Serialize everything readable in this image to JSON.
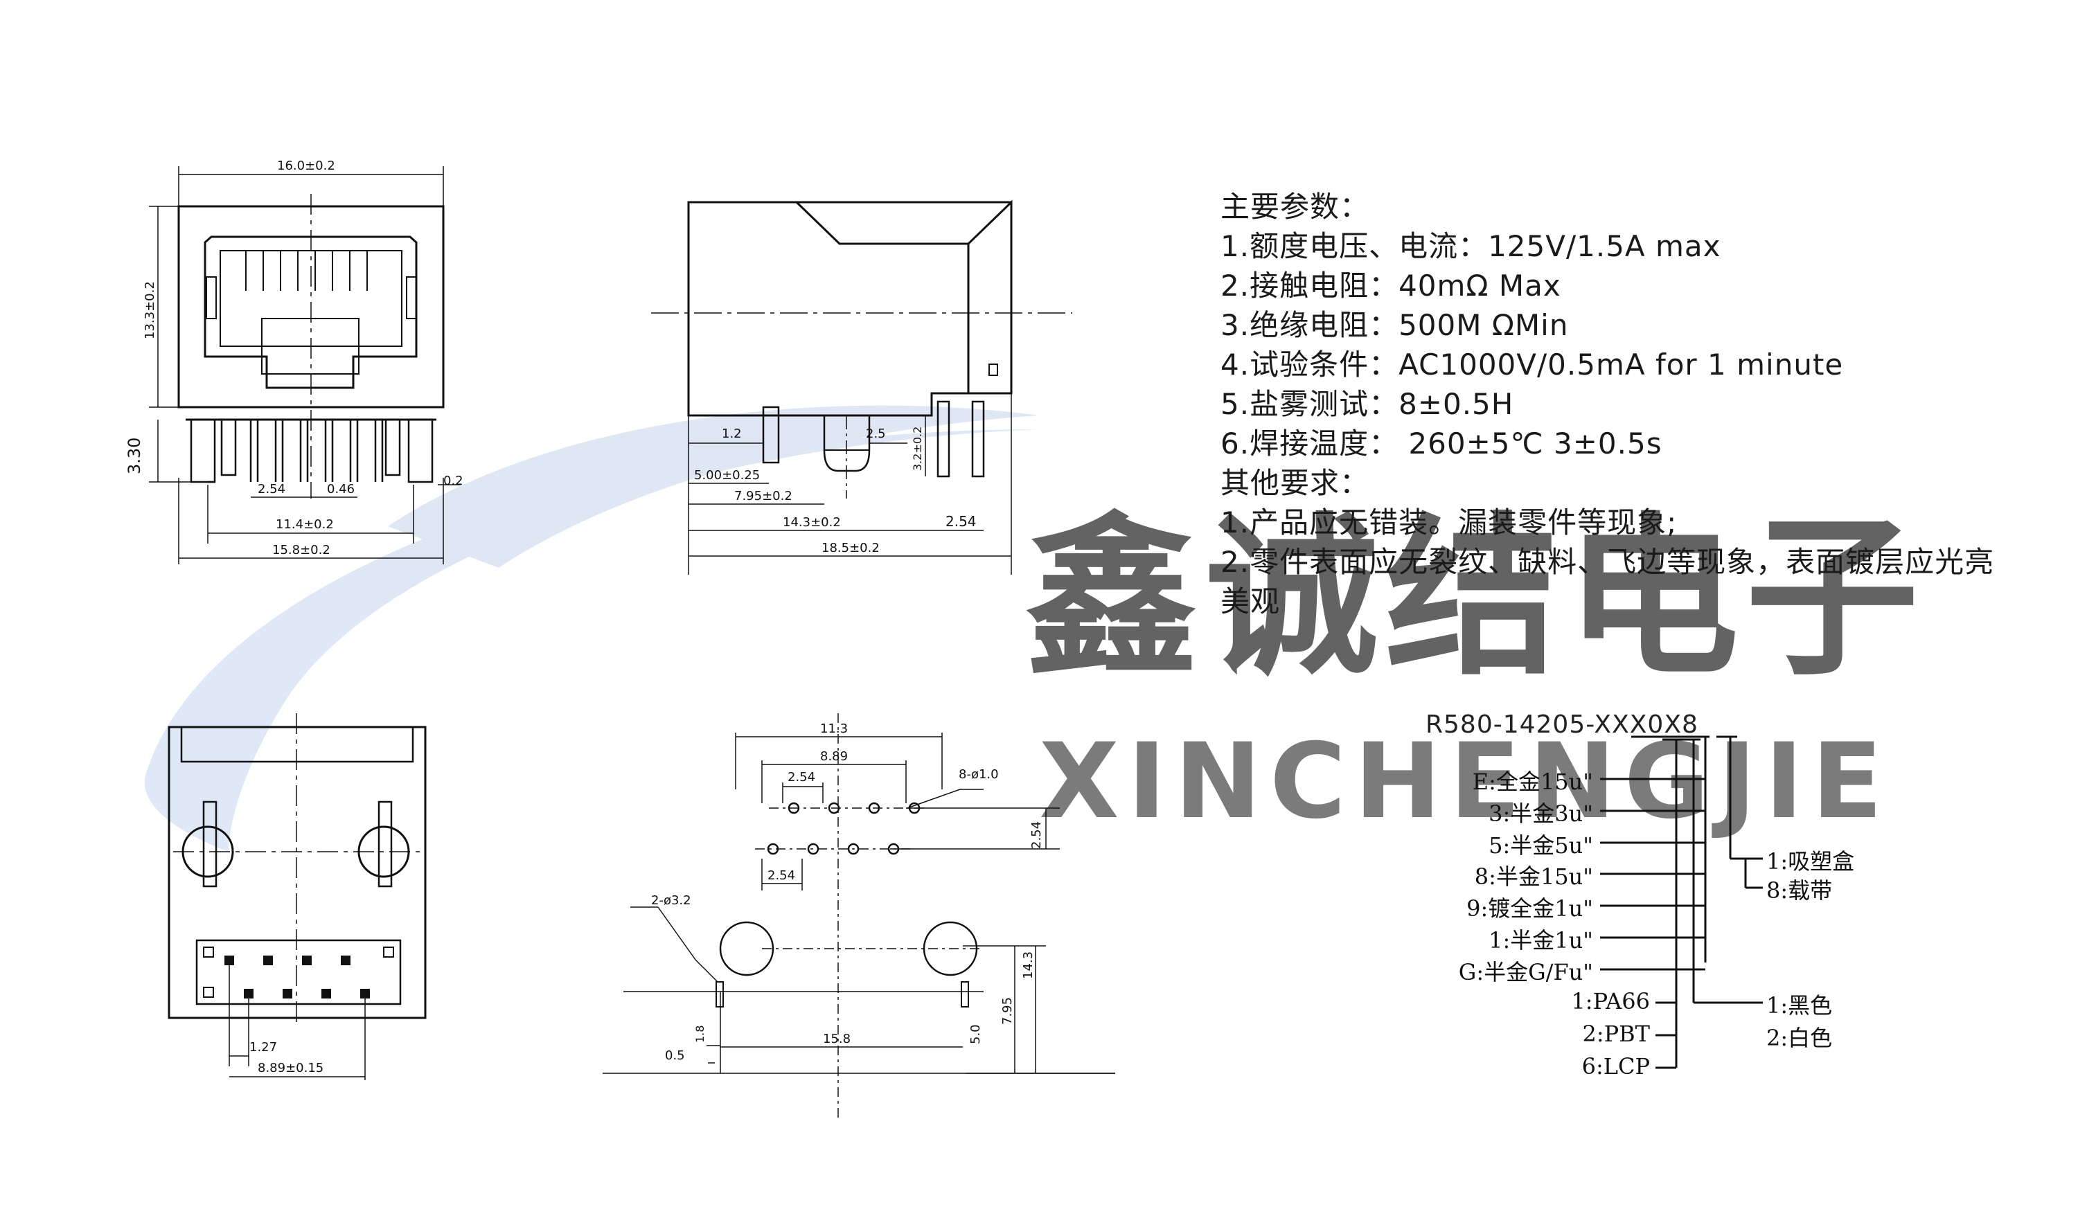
{
  "watermark": {
    "cn": "鑫诚结电子",
    "en": "XINCHENGJIE",
    "color": "#b9cbe9"
  },
  "dims": {
    "front_width": "16.0±0.2",
    "front_height": "13.3±0.2",
    "front_pin_len": "3.30",
    "front_pitch": "2.54",
    "front_pin_w": "0.46",
    "front_thk": "0.2",
    "front_span1": "11.4±0.2",
    "front_span2": "15.8±0.2",
    "side_d1": "1.2",
    "side_d2": "2.5",
    "side_d3": "3.2±0.2",
    "side_d4": "5.00±0.25",
    "side_d5": "7.95±0.2",
    "side_d6": "14.3±0.2",
    "side_d7": "2.54",
    "side_d8": "18.5±0.2",
    "bottom_pitch": "1.27",
    "bottom_span": "8.89±0.15",
    "pcb_w1": "11.3",
    "pcb_w2": "8.89",
    "pcb_p1": "2.54",
    "pcb_p2": "2.54",
    "pcb_holes": "8-ø1.0",
    "pcb_vp": "2.54",
    "pcb_post": "2-ø3.2",
    "pcb_h1": "14.3",
    "pcb_h2": "7.95",
    "pcb_h3": "5.0",
    "pcb_h4": "1.8",
    "pcb_h5": "0.5",
    "pcb_span": "15.8"
  },
  "specs": {
    "title": "主要参数：",
    "items": [
      "1.额度电压、电流：125V/1.5A max",
      "2.接触电阻：40mΩ  Max",
      "3.绝缘电阻：500M ΩMin",
      "4.试验条件：AC1000V/0.5mA for 1 minute",
      "5.盐雾测试：8±0.5H",
      "6.焊接温度： 260±5℃ 3±0.5s"
    ],
    "other_title": "其他要求：",
    "other": [
      "1.产品应无错装。漏装零件等现象;",
      "2.零件表面应无裂纹、缺料、飞边等现象，表面镀层应光亮美观"
    ]
  },
  "part_number": {
    "text": "R580-14205-XXX0X8",
    "plating_options": [
      "E:全金15u\"",
      "3:半金3u\"",
      "5:半金5u\"",
      "8:半金15u\"",
      "9:镀全金1u\"",
      "1:半金1u\"",
      "G:半金G/Fu\""
    ],
    "material_options": [
      "1:PA66",
      "2:PBT",
      "6:LCP"
    ],
    "color_options": [
      "1:黑色",
      "2:白色"
    ],
    "packing_options": [
      "1:吸塑盒",
      "8:载带"
    ]
  }
}
